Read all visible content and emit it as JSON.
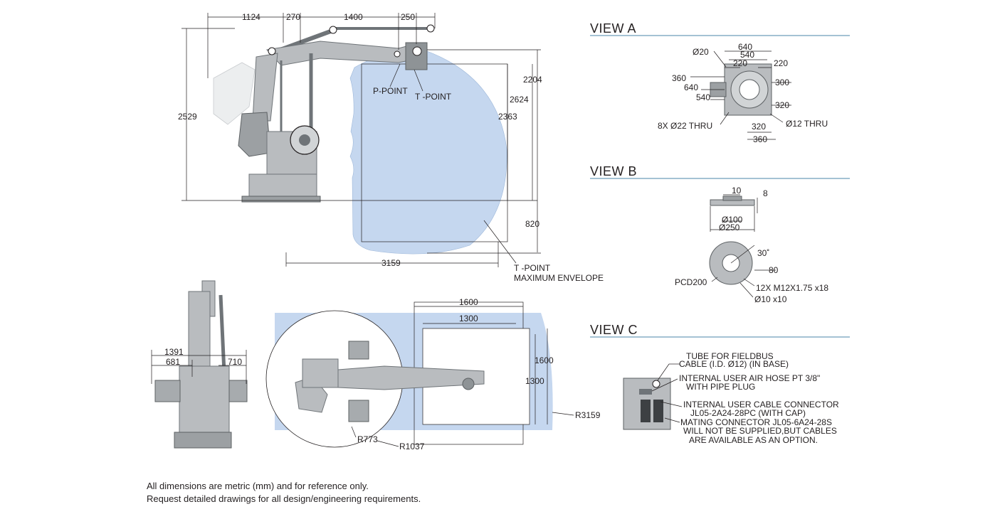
{
  "side_view": {
    "dims": {
      "d1124": "1124",
      "d270": "270",
      "d1400": "1400",
      "d250": "250",
      "d2529": "2529",
      "d2204": "2204",
      "d2624": "2624",
      "d2363": "2363",
      "d820": "820",
      "d3159": "3159"
    },
    "labels": {
      "p_point": "P-POINT",
      "t_point": "T -POINT",
      "envelope_1": "T -POINT",
      "envelope_2": "MAXIMUM ENVELOPE"
    }
  },
  "front_view": {
    "dims": {
      "d1391": "1391",
      "d681": "681",
      "d710": "710"
    }
  },
  "top_view": {
    "dims": {
      "d1600_top": "1600",
      "d1300_top": "1300",
      "d1600_side": "1600",
      "d1300_side": "1300",
      "r3159": "R3159",
      "r773": "R773",
      "r1037": "R1037"
    }
  },
  "view_a": {
    "title": "VIEW A",
    "dims": {
      "d20": "Ø20",
      "d640": "640",
      "d540": "540",
      "d220a": "220",
      "d220b": "220",
      "d360": "360",
      "d640b": "640",
      "d540b": "540",
      "d300": "300",
      "d320": "320",
      "d320b": "320",
      "d360b": "360",
      "thru22": "8X Ø22 THRU",
      "thru12": "Ø12 THRU"
    }
  },
  "view_b": {
    "title": "VIEW B",
    "dims": {
      "d10": "10",
      "d8": "8",
      "d100": "Ø100",
      "d250": "Ø250",
      "a30": "30˚",
      "d80": "80",
      "pcd": "PCD200",
      "m12": "12X M12X1.75 x18",
      "d10x10": "Ø10 x10"
    }
  },
  "view_c": {
    "title": "VIEW C",
    "notes": {
      "tube1": "TUBE FOR FIELDBUS",
      "tube2": "CABLE (I.D. Ø12) (IN BASE)",
      "air1": "INTERNAL USER AIR HOSE PT 3/8\"",
      "air2": "WITH PIPE PLUG",
      "cab1": "INTERNAL USER CABLE CONNECTOR",
      "cab2": "JL05-2A24-28PC (WITH CAP)",
      "cab3": "MATING CONNECTOR JL05-6A24-28S",
      "cab4": "WILL NOT BE SUPPLIED,BUT CABLES",
      "cab5": "ARE AVAILABLE AS AN OPTION."
    }
  },
  "footer": {
    "line1": "All dimensions are metric (mm) and for reference only.",
    "line2": "Request detailed drawings for all design/engineering requirements."
  },
  "colors": {
    "envelope": "#c5d7ef",
    "robot": "#b9bcbf",
    "robot_dark": "#6f7478",
    "rule": "#4a86a8"
  }
}
